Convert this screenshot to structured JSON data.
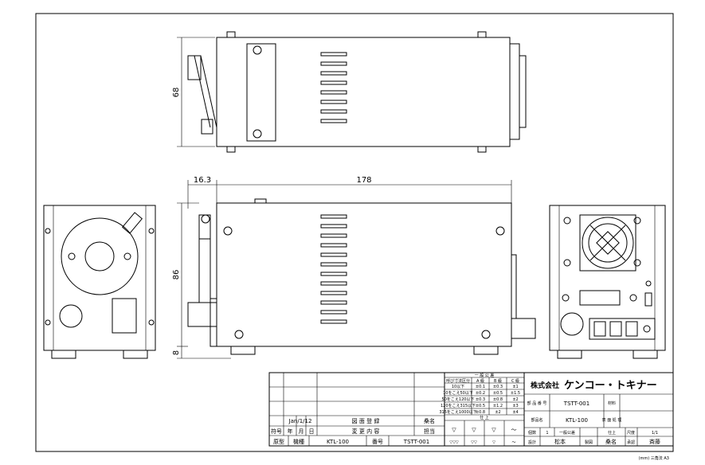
{
  "dimensions": {
    "side_height": "68",
    "front_height": "86",
    "foot_height": "8",
    "handle_offset": "16.3",
    "length": "178"
  },
  "title_block": {
    "tolerance_header": "一 般 公 差",
    "tolerance_cols": [
      "A 級",
      "B 級",
      "C 級"
    ],
    "tolerance_rows": [
      {
        "label": "10以下",
        "values": [
          "±0.1",
          "±0.3",
          "±1"
        ]
      },
      {
        "label": "10をこえ50以下",
        "values": [
          "±0.2",
          "±0.5",
          "±1.5"
        ]
      },
      {
        "label": "50をこえ120以下",
        "values": [
          "±0.3",
          "±0.8",
          "±2"
        ]
      },
      {
        "label": "120をこえ315以下",
        "values": [
          "±0.5",
          "±1.2",
          "±3"
        ]
      },
      {
        "label": "315をこえ1000以下",
        "values": [
          "±0.8",
          "±2",
          "±4"
        ]
      }
    ],
    "tolerance_row0_label": "呼び寸法区分",
    "finish_header": "仕      上",
    "finish_symbols": [
      "▽",
      "▽",
      "▽",
      "〜"
    ],
    "finish_bottom": [
      "▽▽▽",
      "▽▽",
      "▽",
      "〜"
    ],
    "company": "株式会社",
    "company_name": "ケンコー・トキナー",
    "part_no_label": "部 品\n番 号",
    "part_no": "TSTT-001",
    "material_label": "材料",
    "part_name_label": "部品名",
    "part_name": "KTL-100",
    "surface_label": "表 面\n処 理",
    "qty_label": "個数",
    "qty": "1",
    "general_tol": "一般公差",
    "finish_label": "仕上",
    "scale_label": "尺度",
    "scale": "1/1",
    "design_label": "設計",
    "designer": "松本",
    "drafter_label": "製図",
    "drafter": "桑名",
    "approve_label": "承認",
    "approver": "斉藤",
    "rev_date": "Jan/1/12",
    "rev_content": "図 面 登 録",
    "rev_name": "桑名",
    "hdr_symbol": "符号",
    "hdr_year": "年",
    "hdr_month": "月",
    "hdr_day": "日",
    "hdr_change": "変 更 内 容",
    "hdr_sign": "担当",
    "orig_label": "原型",
    "model_label": "機種",
    "model": "KTL-100",
    "number_label": "番号",
    "number": "TSTT-001",
    "projection": "(mm) 三角法 A3"
  }
}
